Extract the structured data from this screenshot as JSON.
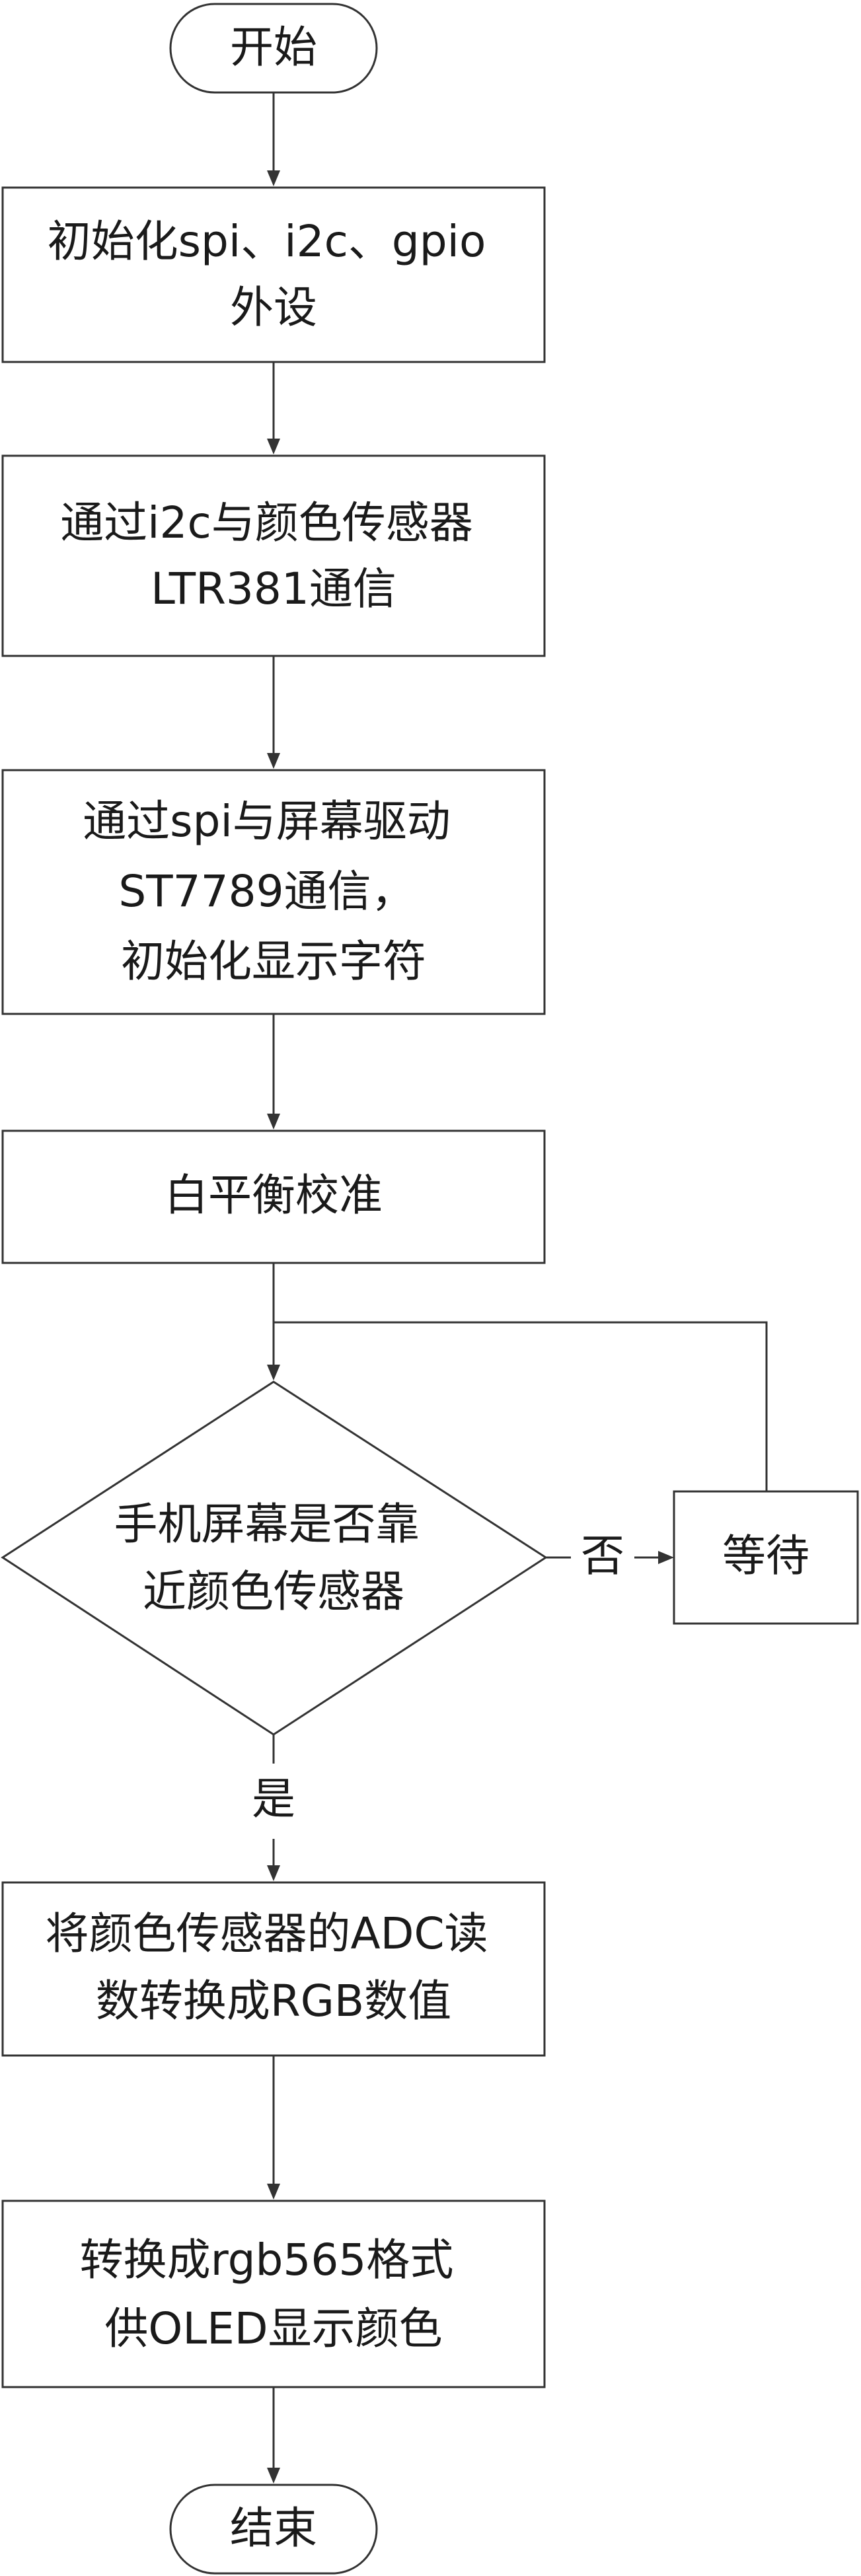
{
  "flowchart": {
    "nodes": {
      "start": {
        "lines": [
          "开始"
        ]
      },
      "init_peripherals": {
        "lines": [
          "初始化spi、i2c、gpio",
          "外设"
        ]
      },
      "i2c_sensor": {
        "lines": [
          "通过i2c与颜色传感器",
          "LTR381通信"
        ]
      },
      "spi_screen": {
        "lines": [
          "通过spi与屏幕驱动",
          "ST7789通信，",
          "初始化显示字符"
        ]
      },
      "white_balance": {
        "lines": [
          "白平衡校准"
        ]
      },
      "decision_near": {
        "lines": [
          "手机屏幕是否靠",
          "近颜色传感器"
        ]
      },
      "wait": {
        "lines": [
          "等待"
        ]
      },
      "adc_to_rgb": {
        "lines": [
          "将颜色传感器的ADC读",
          "数转换成RGB数值"
        ]
      },
      "to_rgb565": {
        "lines": [
          "转换成rgb565格式",
          "供OLED显示颜色"
        ]
      },
      "end": {
        "lines": [
          "结束"
        ]
      }
    },
    "edge_labels": {
      "no": "否",
      "yes": "是"
    }
  }
}
